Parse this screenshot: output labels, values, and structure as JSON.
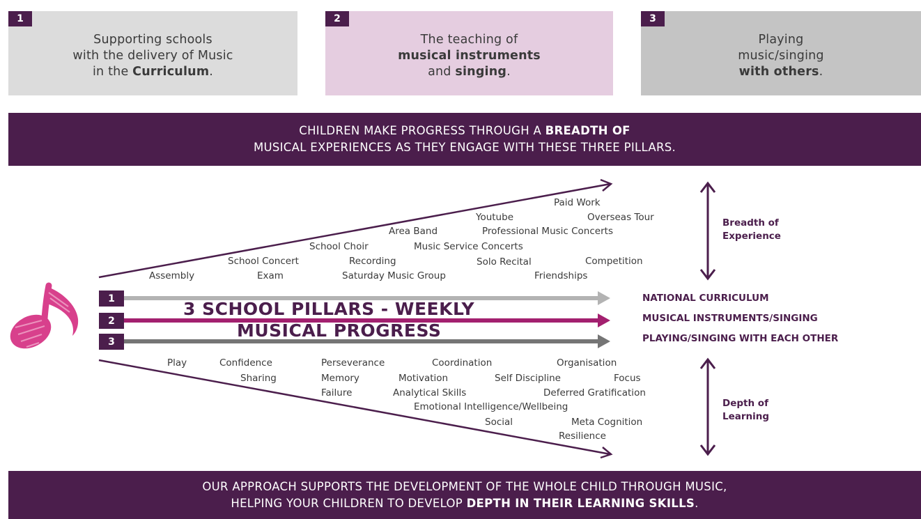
{
  "pillars": [
    {
      "number": "1",
      "parts": [
        {
          "t": "Supporting schools",
          "b": false
        },
        {
          "br": true
        },
        {
          "t": "with the delivery of Music",
          "b": false
        },
        {
          "br": true
        },
        {
          "t": "in the ",
          "b": false
        },
        {
          "t": "Curriculum",
          "b": true
        },
        {
          "t": ".",
          "b": false
        }
      ],
      "bg": "#dcdcdc"
    },
    {
      "number": "2",
      "parts": [
        {
          "t": "The teaching of",
          "b": false
        },
        {
          "br": true
        },
        {
          "t": "musical instruments",
          "b": true
        },
        {
          "br": true
        },
        {
          "t": "and ",
          "b": false
        },
        {
          "t": "singing",
          "b": true
        },
        {
          "t": ".",
          "b": false
        }
      ],
      "bg": "#e5cde0"
    },
    {
      "number": "3",
      "parts": [
        {
          "t": "Playing",
          "b": false
        },
        {
          "br": true
        },
        {
          "t": "music/singing",
          "b": false
        },
        {
          "br": true
        },
        {
          "t": "with others",
          "b": true
        },
        {
          "t": ".",
          "b": false
        }
      ],
      "bg": "#c4c4c4"
    }
  ],
  "top_banner": {
    "line1_a": "CHILDREN MAKE PROGRESS THROUGH A ",
    "line1_b": "BREADTH OF",
    "line2": "MUSICAL EXPERIENCES AS THEY ENGAGE WITH THESE THREE PILLARS."
  },
  "bottom_banner": {
    "line1": "OUR APPROACH SUPPORTS THE DEVELOPMENT OF THE WHOLE CHILD THROUGH MUSIC,",
    "line2_a": "HELPING YOUR CHILDREN TO DEVELOP ",
    "line2_b": "DEPTH IN THEIR LEARNING SKILLS",
    "line2_c": "."
  },
  "breadth_words": [
    "Paid Work",
    "Youtube",
    "Overseas Tour",
    "Area Band",
    "Professional Music Concerts",
    "School Choir",
    "Music Service Concerts",
    "School Concert",
    "Recording",
    "Solo Recital",
    "Competition",
    "Assembly",
    "Exam",
    "Saturday Music Group",
    "Friendships"
  ],
  "depth_words": [
    "Play",
    "Confidence",
    "Perseverance",
    "Coordination",
    "Organisation",
    "Sharing",
    "Memory",
    "Motivation",
    "Self Discipline",
    "Focus",
    "Failure",
    "Analytical Skills",
    "Deferred Gratification",
    "Emotional Intelligence/Wellbeing",
    "Social",
    "Meta Cognition",
    "Resilience"
  ],
  "breadth_label": {
    "line1": "Breadth of",
    "line2": "Experience"
  },
  "depth_label": {
    "line1": "Depth of",
    "line2": "Learning"
  },
  "arrows": [
    {
      "number": "1",
      "name": "NATIONAL CURRICULUM",
      "color": "#b3b3b3"
    },
    {
      "number": "2",
      "name": "MUSICAL INSTRUMENTS/SINGING",
      "color": "#a3206f"
    },
    {
      "number": "3",
      "name": "PLAYING/SINGING WITH EACH OTHER",
      "color": "#757575"
    }
  ],
  "center_title": {
    "line1": "3 SCHOOL PILLARS - WEEKLY",
    "line2": "MUSICAL PROGRESS"
  },
  "icon": "music-note-icon",
  "colors": {
    "purple": "#4b1e4c",
    "magenta": "#a3206f",
    "note_pink": "#d8408c"
  }
}
